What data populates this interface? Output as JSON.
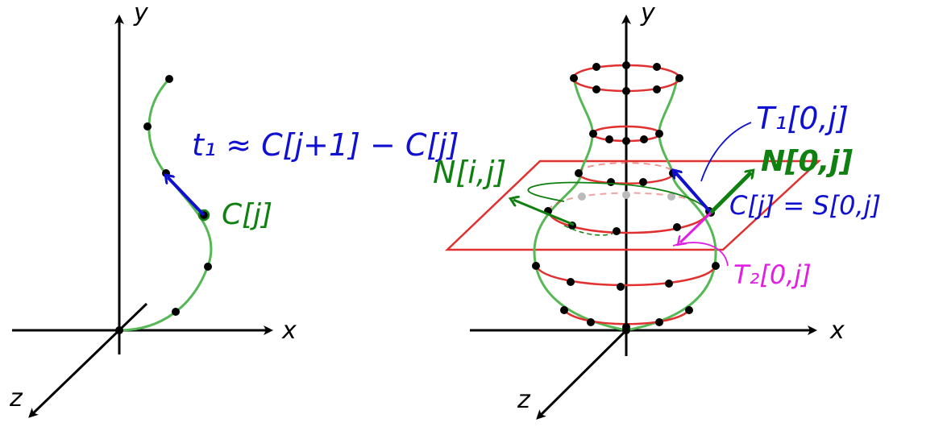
{
  "left_panel": {
    "axes": {
      "x": "x",
      "y": "y",
      "z": "z"
    },
    "annotations": {
      "tangent": "t₁ ≈ C[j+1] − C[j]",
      "point": "C[j]"
    }
  },
  "right_panel": {
    "axes": {
      "x": "x",
      "y": "y",
      "z": "z"
    },
    "annotations": {
      "normal_left": "N[i,j]",
      "normal_right": "N[0,j]",
      "tangent1": "T₁[0,j]",
      "point_eq": "C[j] = S[0,j]",
      "tangent2": "T₂[0,j]"
    }
  },
  "colors": {
    "curve": "#55b855",
    "ring": "#e03030",
    "plane": "#e03030",
    "blue_ink": "#1010d0",
    "green_ink": "#108010",
    "magenta_ink": "#e020e0",
    "point": "#000000",
    "hidden_point": "#bbbbbb"
  }
}
